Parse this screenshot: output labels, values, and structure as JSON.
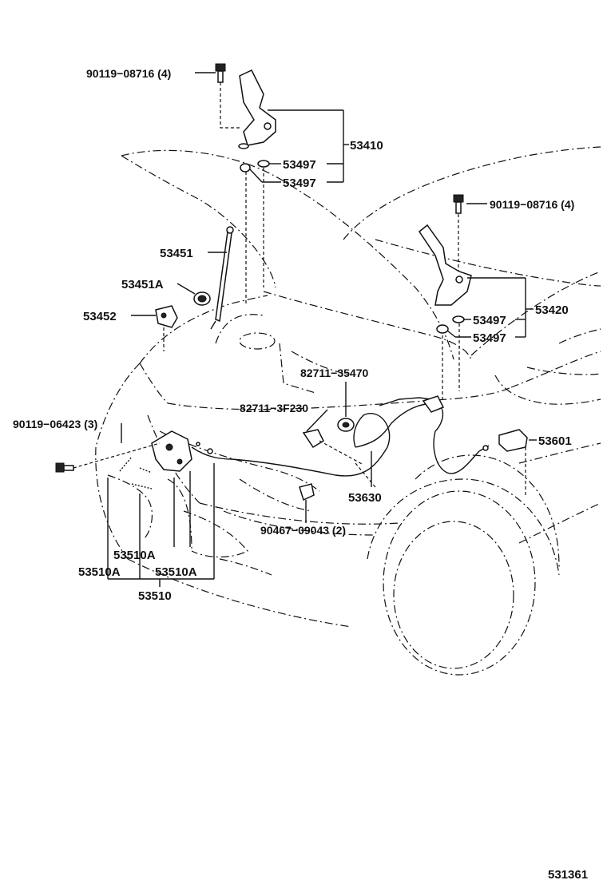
{
  "diagram": {
    "labels": {
      "bolt_top_left": "90119−08716 (4)",
      "hinge_left": "53410",
      "washer_a": "53497",
      "washer_b": "53497",
      "bolt_top_right": "90119−08716 (4)",
      "support_rod": "53451",
      "grommet": "53451A",
      "hinge_right": "53420",
      "washer_c": "53497",
      "washer_d": "53497",
      "holder": "53452",
      "clamp_1": "82711−35470",
      "clamp_2": "82711−3F230",
      "bolt_lock": "90119−06423 (3)",
      "release_lever": "53601",
      "cable": "53630",
      "clip": "90467−09043 (2)",
      "lock_sub_1": "53510A",
      "lock_sub_2": "53510A",
      "lock_sub_3": "53510A",
      "lock_assy": "53510"
    },
    "figure_number": "531361"
  }
}
